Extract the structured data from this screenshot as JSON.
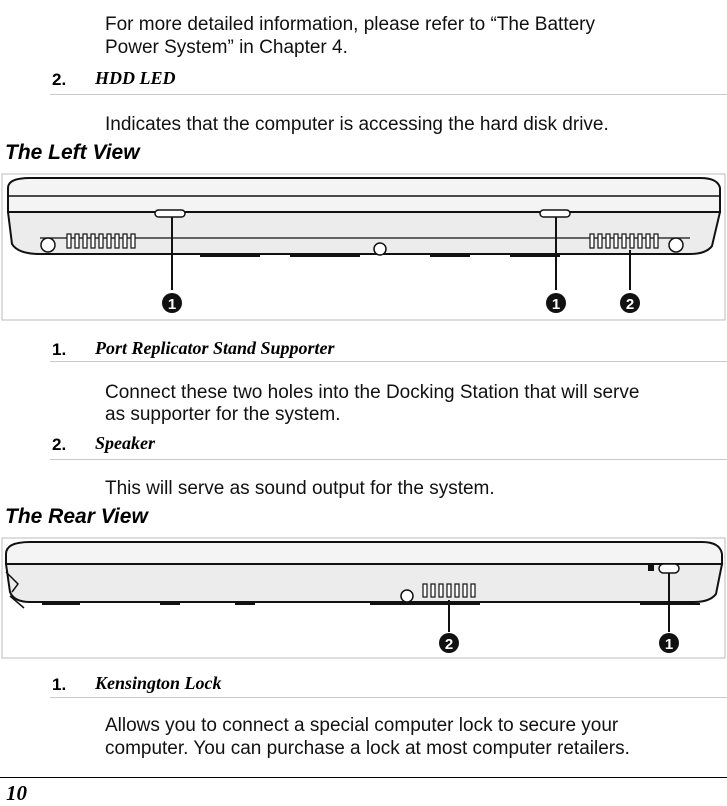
{
  "battery_note": {
    "line1": "For more detailed information, please refer to “The Battery",
    "line2": "Power System” in Chapter 4."
  },
  "hdd": {
    "number": "2.",
    "title": "HDD LED",
    "description": "Indicates that the computer is accessing the hard disk drive."
  },
  "left_view": {
    "heading": "The Left View",
    "callouts": [
      "1",
      "1",
      "2"
    ],
    "items": [
      {
        "number": "1.",
        "title": "Port Replicator Stand Supporter",
        "line1": "Connect these two holes into the Docking Station that will serve",
        "line2": "as supporter for the system."
      },
      {
        "number": "2.",
        "title": "Speaker",
        "line1": "This will serve as sound output for the system."
      }
    ]
  },
  "rear_view": {
    "heading": "The Rear View",
    "callouts": [
      "2",
      "1"
    ],
    "items": [
      {
        "number": "1.",
        "title": "Kensington Lock",
        "line1": "Allows you to connect a special computer lock to secure your",
        "line2": "computer. You can purchase a lock at most computer retailers."
      }
    ]
  },
  "footer": {
    "page_number": "10"
  }
}
